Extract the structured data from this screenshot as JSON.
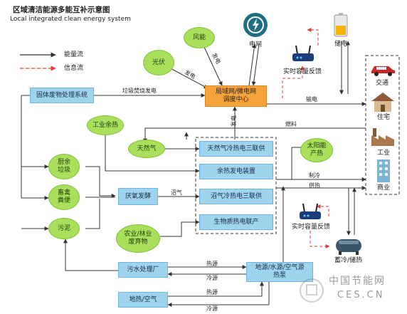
{
  "header": {
    "title": "区域清洁能源多能互补示意图",
    "subtitle": "Local integrated clean energy system"
  },
  "legend": {
    "energy_flow": "能量流",
    "info_flow": "信息流"
  },
  "nodes": {
    "wind": "风能",
    "solar": "光伏",
    "grid": "电网",
    "storage_power": "储电",
    "realtime_feedback_top": "实时容量反馈",
    "solid_waste": "固体废物处理系统",
    "control_center": "局域网/微电网\n调度中心",
    "industrial_waste_heat": "工业余热",
    "natural_gas": "天然气",
    "solar_heat": "太阳能\n产热",
    "kitchen_waste": "厨余\n垃圾",
    "livestock_manure": "畜禽\n粪便",
    "sludge": "污泥",
    "anaerobic": "厌氧发酵",
    "agri_waste": "农业/林业\n废弃物",
    "cchp_gas": "天然气冷热电三联供",
    "waste_heat_power": "余热发电装置",
    "cchp_biogas": "沼气冷热电三联供",
    "biomass_chp": "生物质热电联产",
    "realtime_feedback_bottom": "实时容量反馈",
    "cold_heat_storage": "蓄冷/储热",
    "sewage": "污水处理厂",
    "heat_pump": "地源/水源/空气源\n热泵",
    "geothermal": "地热/空气"
  },
  "consumers": {
    "traffic": "交通",
    "residential": "住宅",
    "industry": "工业",
    "commercial": "商业"
  },
  "labels": {
    "generation_1": "发电",
    "generation_2": "发电",
    "generation_3": "发电",
    "waste_incineration": "垃圾焚烧发电",
    "power_transmission": "输电",
    "fuel": "燃料",
    "biogas": "沼气",
    "cooling": "制冷",
    "heating": "供热",
    "heat_source_1": "热源",
    "cold_source_1": "冷源",
    "heat_source_2": "热源",
    "cold_source_2": "冷源"
  },
  "watermark": {
    "name": "中国节能网",
    "domain": "CES.CN"
  },
  "colors": {
    "box_blue": "#9fd4ef",
    "node_green": "#a9df5a",
    "control_orange": "#f7a33b",
    "info_flow_red": "#e53935",
    "energy_flow_dark": "#333333"
  },
  "icons": [
    "lightning-icon",
    "router-icon",
    "battery-icon",
    "car-icon",
    "house-icon",
    "factory-icon",
    "office-building-icon",
    "storage-tank-icon"
  ]
}
